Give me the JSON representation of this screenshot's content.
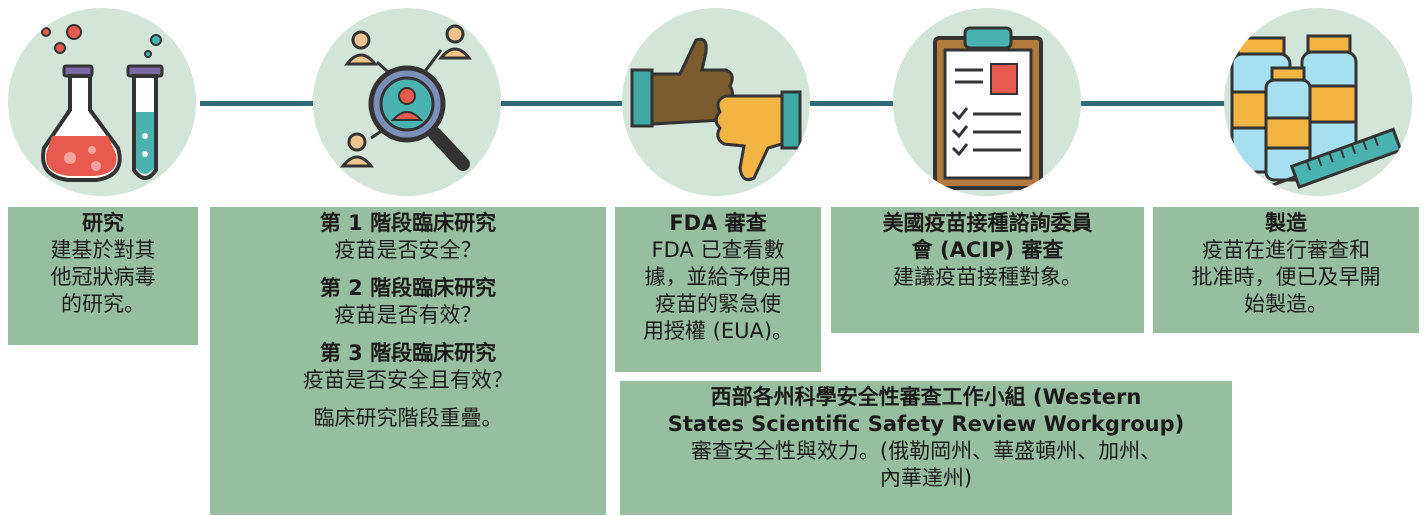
{
  "colors": {
    "connector": "#2e6b74",
    "circle_bg": "#d3e4d8",
    "box_bg": "#97bf9f"
  },
  "steps": [
    {
      "icon": "lab-flask-icon",
      "title": "研究",
      "body": [
        "建基於對其",
        "他冠狀病毒",
        "的研究。"
      ]
    },
    {
      "icon": "magnifier-people-icon",
      "phases": [
        {
          "title": "第 1 階段臨床研究",
          "body": "疫苗是否安全？"
        },
        {
          "title": "第 2 階段臨床研究",
          "body": "疫苗是否有效？"
        },
        {
          "title": "第 3 階段臨床研究",
          "body": "疫苗是否安全且有效？"
        }
      ],
      "note": "臨床研究階段重疊。"
    },
    {
      "icon": "thumbs-up-down-icon",
      "title": "FDA 審查",
      "body": [
        "FDA 已查看數",
        "據，並給予使用",
        "疫苗的緊急使",
        "用授權 (EUA)。"
      ]
    },
    {
      "icon": "clipboard-checklist-icon",
      "title": [
        "美國疫苗接種諮詢委員",
        "會 (ACIP) 審查"
      ],
      "body": [
        "建議疫苗接種對象。"
      ]
    },
    {
      "icon": "vaccine-vials-icon",
      "title": "製造",
      "body": [
        "疫苗在進行審查和",
        "批准時，便已及早開",
        "始製造。"
      ]
    }
  ],
  "workgroup": {
    "title": [
      "西部各州科學安全性審查工作小組 (Western",
      "States Scientific Safety Review Workgroup)"
    ],
    "body": [
      "審查安全性與效力。(俄勒岡州、華盛頓州、加州、",
      "內華達州)"
    ]
  }
}
